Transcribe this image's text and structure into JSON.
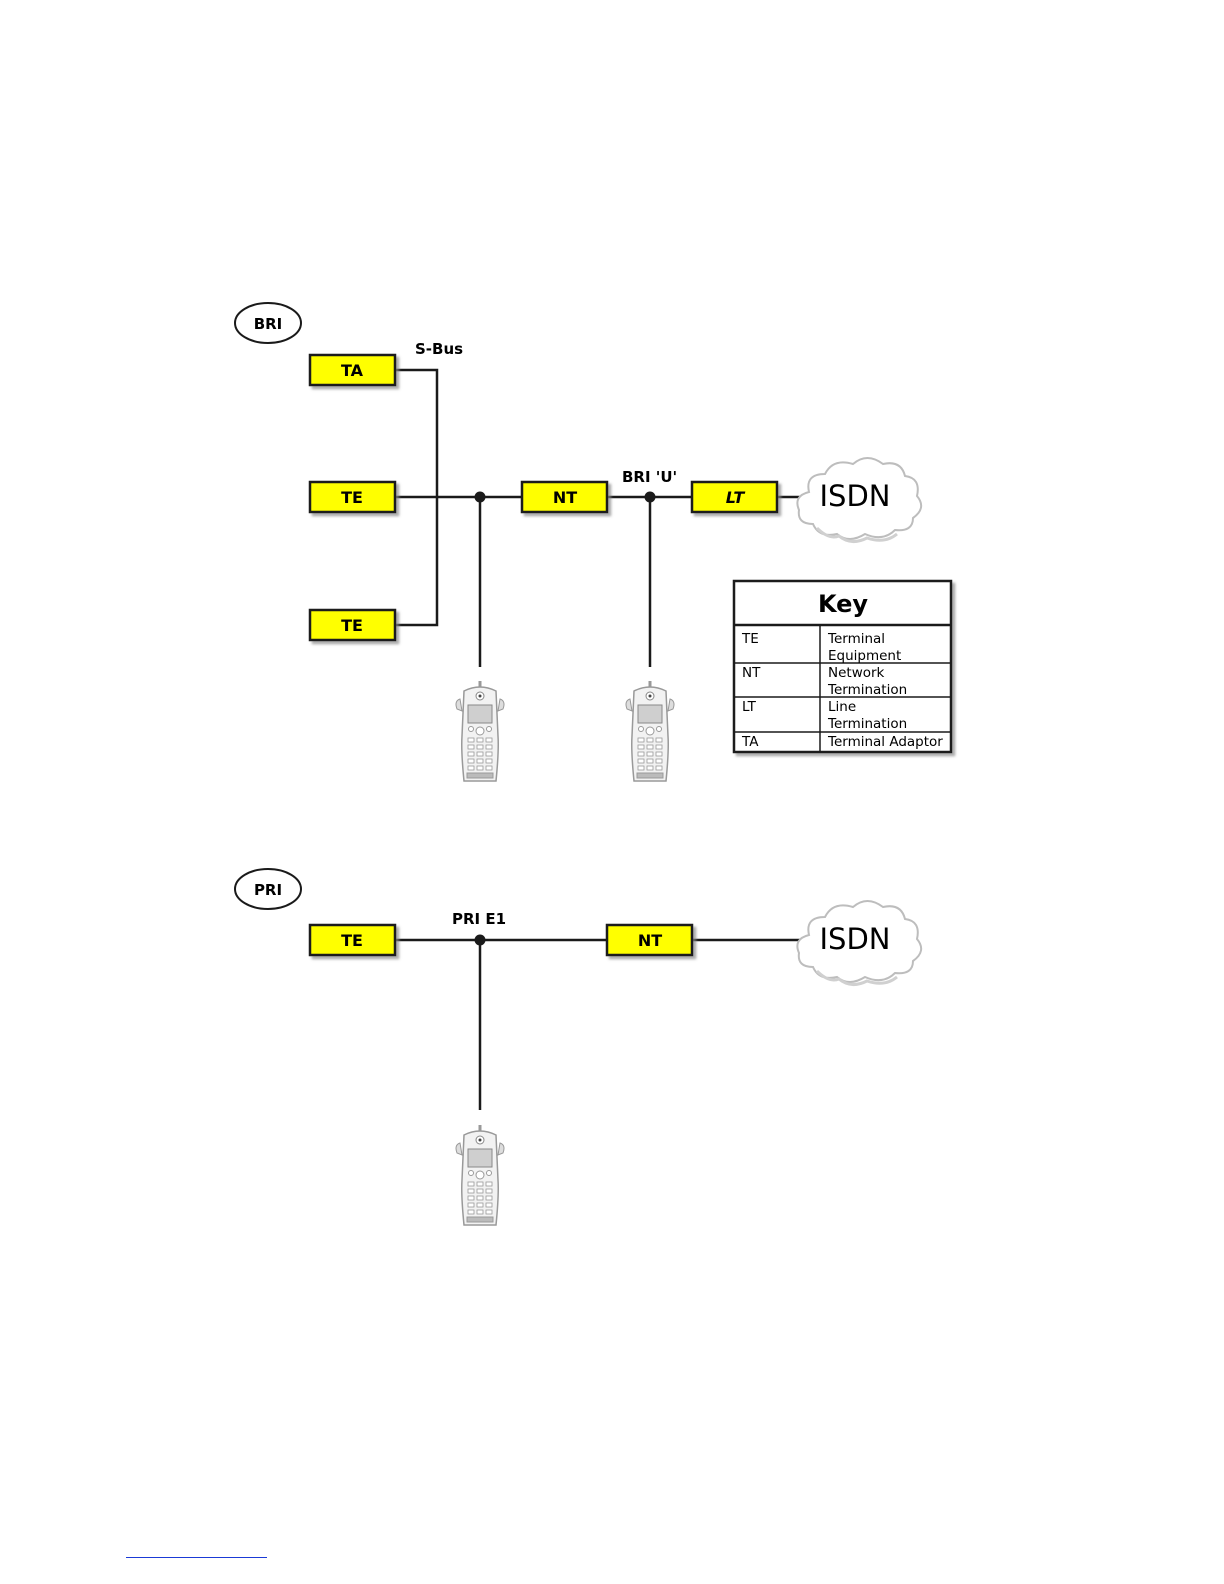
{
  "bri": {
    "label": "BRI",
    "sbus_label": "S-Bus",
    "u_label": "BRI 'U'",
    "boxes": {
      "ta": "TA",
      "te1": "TE",
      "te2": "TE",
      "nt": "NT",
      "lt": "LT"
    },
    "cloud": "ISDN"
  },
  "pri": {
    "label": "PRI",
    "e1_label": "PRI E1",
    "boxes": {
      "te": "TE",
      "nt": "NT"
    },
    "cloud": "ISDN"
  },
  "key": {
    "title": "Key",
    "rows": [
      {
        "abbr": "TE",
        "line1": "Terminal",
        "line2": "Equipment"
      },
      {
        "abbr": "NT",
        "line1": "Network",
        "line2": "Termination"
      },
      {
        "abbr": "LT",
        "line1": "Line",
        "line2": "Termination"
      },
      {
        "abbr": "TA",
        "line1": "Terminal Adaptor",
        "line2": ""
      }
    ]
  },
  "colors": {
    "box_fill": "#ffff00",
    "line": "#1a1a1a",
    "footer_rule": "#1a3ad6"
  },
  "icons": [
    "handheld-tester-icon",
    "isdn-cloud-icon"
  ]
}
